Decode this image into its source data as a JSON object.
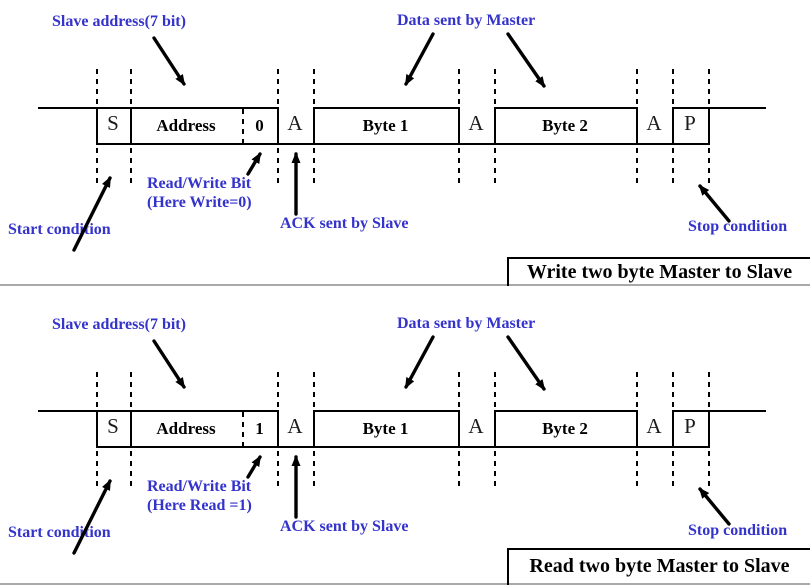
{
  "colors": {
    "label_blue": "#3433cb",
    "diagram_line_black": "#000000",
    "caption_rule_gray": "#a9a9a9"
  },
  "write": {
    "labels": {
      "slave_address": "Slave address(7 bit)",
      "data_sent": "Data sent by Master",
      "rw_bit_line1": "Read/Write Bit",
      "rw_bit_line2": "(Here Write=0)",
      "ack": "ACK sent by Slave",
      "start": "Start condition",
      "stop": "Stop condition"
    },
    "frame": {
      "start": "S",
      "address": "Address",
      "rw_bit": "0",
      "ack1": "A",
      "byte1": "Byte 1",
      "ack2": "A",
      "byte2": "Byte 2",
      "ack3": "A",
      "stop": "P"
    },
    "caption": "Write two byte Master to Slave"
  },
  "read": {
    "labels": {
      "slave_address": "Slave address(7 bit)",
      "data_sent": "Data sent by Master",
      "rw_bit_line1": "Read/Write Bit",
      "rw_bit_line2": "(Here Read =1)",
      "ack": "ACK sent by Slave",
      "start": "Start condition",
      "stop": "Stop condition"
    },
    "frame": {
      "start": "S",
      "address": "Address",
      "rw_bit": "1",
      "ack1": "A",
      "byte1": "Byte 1",
      "ack2": "A",
      "byte2": "Byte 2",
      "ack3": "A",
      "stop": "P"
    },
    "caption": "Read two byte Master to Slave"
  }
}
